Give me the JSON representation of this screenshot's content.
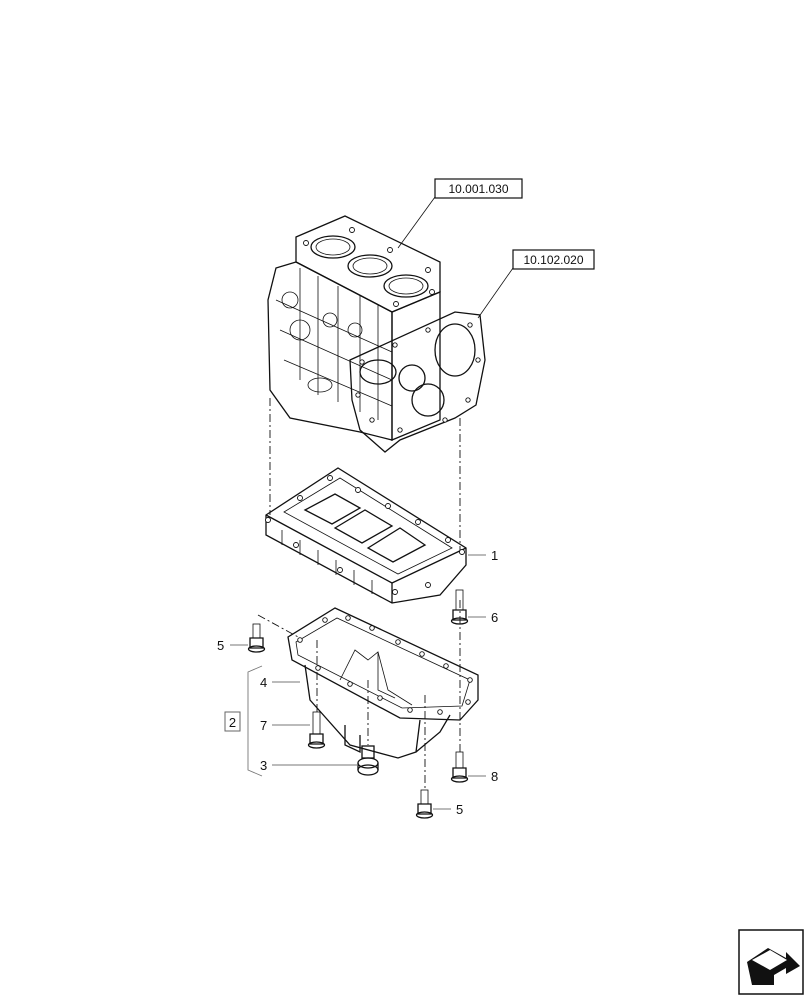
{
  "references": [
    {
      "id": "ref-10-001-030",
      "text": "10.001.030"
    },
    {
      "id": "ref-10-102-020",
      "text": "10.102.020"
    }
  ],
  "callouts": {
    "c1": "1",
    "c6": "6",
    "c5a": "5",
    "c4": "4",
    "c2": "2",
    "c7": "7",
    "c3": "3",
    "c8": "8",
    "c5b": "5"
  },
  "icons": {
    "nav": "next-page-arrow-icon"
  }
}
